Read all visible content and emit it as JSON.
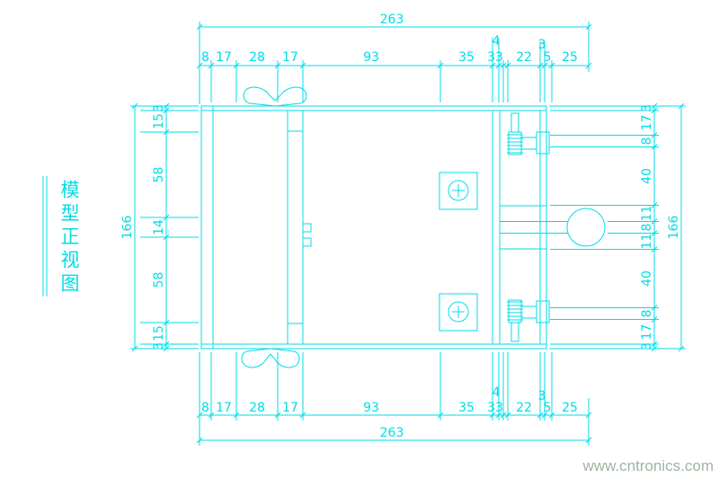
{
  "title": {
    "text": "模型正视图"
  },
  "watermark": {
    "text": "www.cntronics.com"
  },
  "colors": {
    "line": "#00dce8",
    "knob_fill": "#00d2e0",
    "watermark": "#a2b3a2",
    "background": "#ffffff"
  },
  "dimensions": {
    "top": {
      "overall": "263",
      "row": [
        "8",
        "17",
        "28",
        "17",
        "93",
        "35",
        "33",
        "22",
        "5",
        "25"
      ],
      "above": [
        "4",
        "3"
      ]
    },
    "bottom": {
      "overall": "263",
      "row": [
        "8",
        "17",
        "28",
        "17",
        "93",
        "35",
        "33",
        "22",
        "5",
        "25"
      ],
      "above": [
        "4",
        "3"
      ]
    },
    "left": {
      "overall": "166",
      "chain": [
        "3",
        "15",
        "58",
        "14",
        "58",
        "15",
        "3"
      ]
    },
    "right": {
      "overall": "166",
      "chain": [
        "3",
        "17",
        "8",
        "40",
        "11",
        "8",
        "11",
        "40",
        "8",
        "17",
        "3"
      ]
    }
  }
}
